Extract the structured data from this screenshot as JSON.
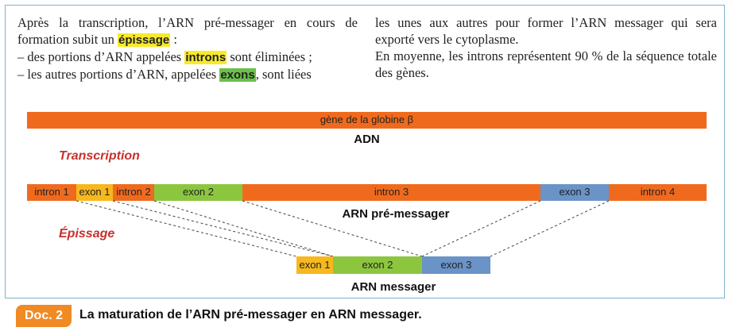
{
  "text": {
    "col1_a": "Après la transcription, l’ARN pré-messager en cours de formation subit un ",
    "col1_epissage": "épissage",
    "col1_b": " :",
    "col1_c": "– des portions d’ARN appelées ",
    "col1_introns": "introns",
    "col1_d": " sont éliminées ;",
    "col1_e": "– les autres portions d’ARN, appelées ",
    "col1_exons": "exons",
    "col1_f": ", sont liées",
    "col2_a": "les unes aux autres pour former l’ARN messager qui sera exporté vers le cytoplasme.",
    "col2_b": "En moyenne, les introns représentent 90 % de la séquence totale des gènes."
  },
  "diagram": {
    "gene_label": "gène de la globine β",
    "adn_label": "ADN",
    "transcription_label": "Transcription",
    "epissage_label": "Épissage",
    "pre_mrna_label": "ARN pré-messager",
    "mrna_label": "ARN messager",
    "pre_mrna_segments": [
      "intron 1",
      "exon 1",
      "intron 2",
      "exon 2",
      "intron 3",
      "exon 3",
      "intron 4"
    ],
    "mrna_segments": [
      "exon 1",
      "exon 2",
      "exon 3"
    ]
  },
  "colors": {
    "intron": "#f06a1e",
    "exon1": "#f6b81c",
    "exon2": "#8cc63f",
    "exon3": "#6a93c8",
    "step_red": "#c8302b",
    "highlight_yellow": "#f7ea2a",
    "highlight_green": "#6cc04a",
    "badge_orange": "#f08a24"
  },
  "caption": {
    "badge": "Doc. 2",
    "text": "La maturation de l’ARN pré-messager en ARN messager."
  }
}
